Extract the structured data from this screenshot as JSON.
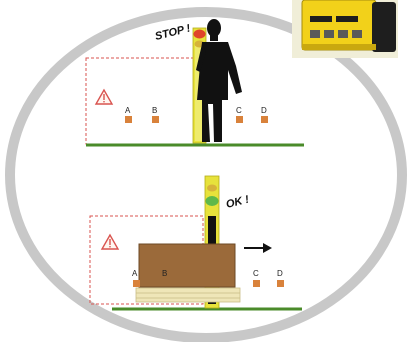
{
  "top_scene": {
    "callout": "STOP !",
    "signal_state": "red",
    "marker_labels": [
      "A",
      "B",
      "C",
      "D"
    ],
    "warning_icon": "warning-triangle-icon"
  },
  "bottom_scene": {
    "callout": "OK !",
    "signal_state": "green",
    "marker_labels": [
      "A",
      "B",
      "C",
      "D"
    ],
    "warning_icon": "warning-triangle-icon",
    "motion_icon": "right-arrow-icon"
  },
  "device_photo": {
    "icon": "safety-relay-module-icon"
  },
  "colors": {
    "ring": "#c8c8c8",
    "ground": "#4a8b2a",
    "zone_border": "#d9534f",
    "light_curtain": "#e7e23b",
    "marker": "#d9823b",
    "box": "#9b6a3a",
    "pallet": "#efe6b8",
    "stop_light": "#e0442a",
    "go_light": "#5fb84a"
  }
}
